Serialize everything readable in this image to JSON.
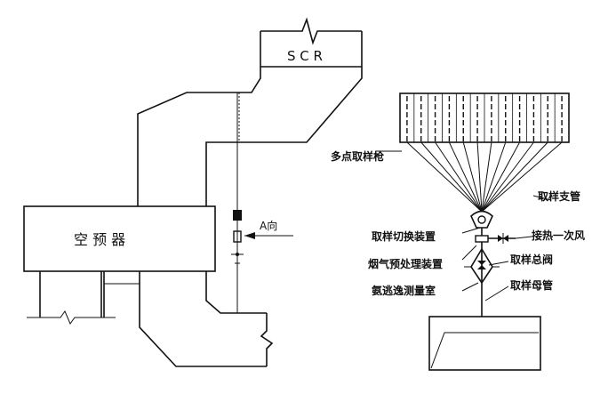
{
  "left_diagram": {
    "scr_label": "S C R",
    "air_preheater_label": "空 预 器",
    "view_direction_label": "A向"
  },
  "right_diagram": {
    "labels": {
      "multi_point_probe": "多点取样枪",
      "sampling_branch_pipe": "取样支管",
      "sampling_switch_device": "取样切换装置",
      "primary_air_heating": "接热一次风",
      "flue_gas_pretreatment": "烟气预处理装置",
      "main_sampling_valve": "取样总阀",
      "ammonia_slip_room": "氨逃逸测量室",
      "main_sampling_pipe": "取样母管"
    }
  }
}
